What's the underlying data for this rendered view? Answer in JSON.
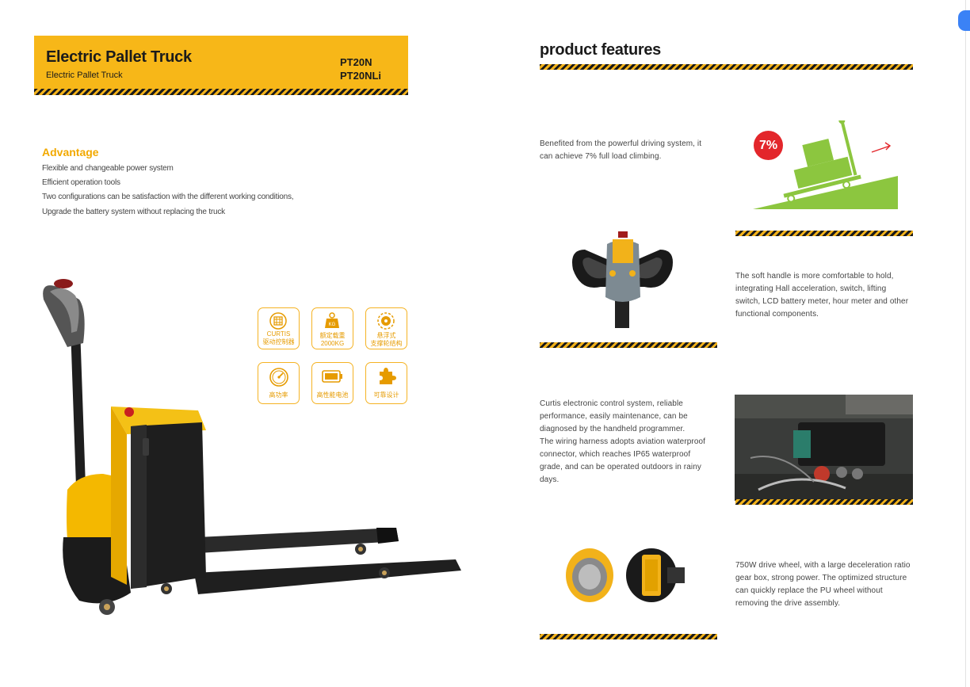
{
  "left_page": {
    "header": {
      "title": "Electric Pallet Truck",
      "subtitle": "Electric Pallet Truck",
      "models": [
        "PT20N",
        "PT20NLi"
      ]
    },
    "advantage": {
      "title": "Advantage",
      "items": [
        "Flexible and changeable power system",
        "Efficient operation tools",
        "Two configurations can be satisfaction with the different working conditions,",
        "Upgrade the battery system without replacing the truck"
      ]
    },
    "feature_icons": [
      {
        "icon": "curtis-chip-icon",
        "label_1": "CURTIS",
        "label_2": "驱动控制器"
      },
      {
        "icon": "weight-kg-icon",
        "label_1": "额定载重",
        "label_2": "2000KG"
      },
      {
        "icon": "suspension-wheel-icon",
        "label_1": "悬浮式",
        "label_2": "支撑轮结构"
      },
      {
        "icon": "speedometer-icon",
        "label_1": "高功率",
        "label_2": ""
      },
      {
        "icon": "battery-icon",
        "label_1": "高性能电池",
        "label_2": ""
      },
      {
        "icon": "puzzle-icon",
        "label_1": "可靠设计",
        "label_2": ""
      }
    ]
  },
  "right_page": {
    "title": "product features",
    "climb_badge": "7%",
    "features": [
      {
        "text": "Benefited from the powerful driving system, it can achieve 7% full load climbing."
      },
      {
        "text": "The soft handle is more comfortable to hold, integrating Hall acceleration, switch, lifting switch, LCD battery meter, hour meter and other functional components."
      },
      {
        "text": "Curtis electronic control system, reliable performance, easily maintenance, can be diagnosed by the handheld programmer."
      },
      {
        "text": "The wiring harness adopts aviation waterproof connector, which reaches IP65 waterproof grade, and can be operated outdoors in rainy days."
      },
      {
        "text": "750W drive wheel, with a large deceleration ratio gear box, strong power. The optimized structure can quickly replace the PU wheel without removing the drive assembly."
      }
    ]
  },
  "colors": {
    "brand_yellow": "#f7b718",
    "accent_orange": "#f2a900",
    "climb_green": "#8cc63f",
    "badge_red": "#e3262b"
  }
}
